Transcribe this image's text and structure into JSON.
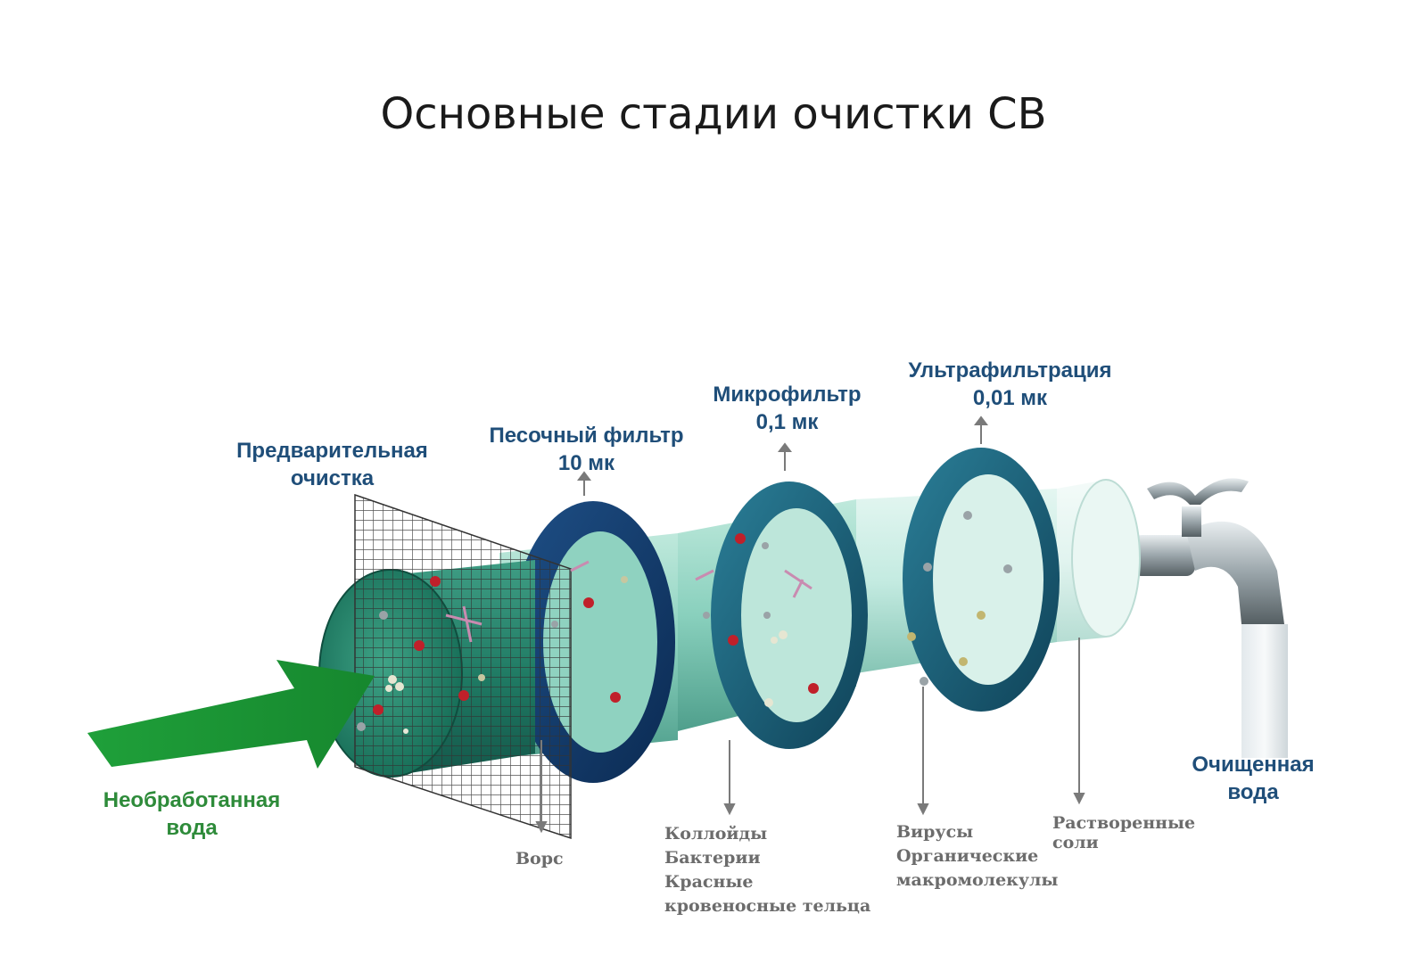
{
  "title": "Основные стадии очистки СВ",
  "colors": {
    "stage_label": "#1f4e79",
    "inlet_label": "#2e8b3a",
    "note": "#6c6c6c",
    "arrow": "#22a43a",
    "ring": "#1c5f78"
  },
  "inlet": {
    "line1": "Необработанная",
    "line2": "вода"
  },
  "outlet": {
    "line1": "Очищенная",
    "line2": "вода"
  },
  "stages": {
    "prefilter": {
      "line1": "Предварительная",
      "line2": "очистка"
    },
    "sand": {
      "line1": "Песочный фильтр",
      "line2": "10 мк"
    },
    "micro": {
      "line1": "Микрофильтр",
      "line2": "0,1 мк"
    },
    "ultra": {
      "line1": "Ультрафильтрация",
      "line2": "0,01 мк"
    }
  },
  "notes": {
    "lint": "Ворс",
    "colloids": [
      "Коллойды",
      "Бактерии",
      "Красные",
      "кровеносные тельца"
    ],
    "viruses": [
      "Вирусы",
      "Органические",
      "макромолекулы"
    ],
    "salts": [
      "Растворенные",
      "соли"
    ]
  },
  "icons": {
    "flow_arrow": "flow-arrow-icon",
    "mesh": "mesh-screen-icon",
    "faucet": "faucet-icon"
  }
}
